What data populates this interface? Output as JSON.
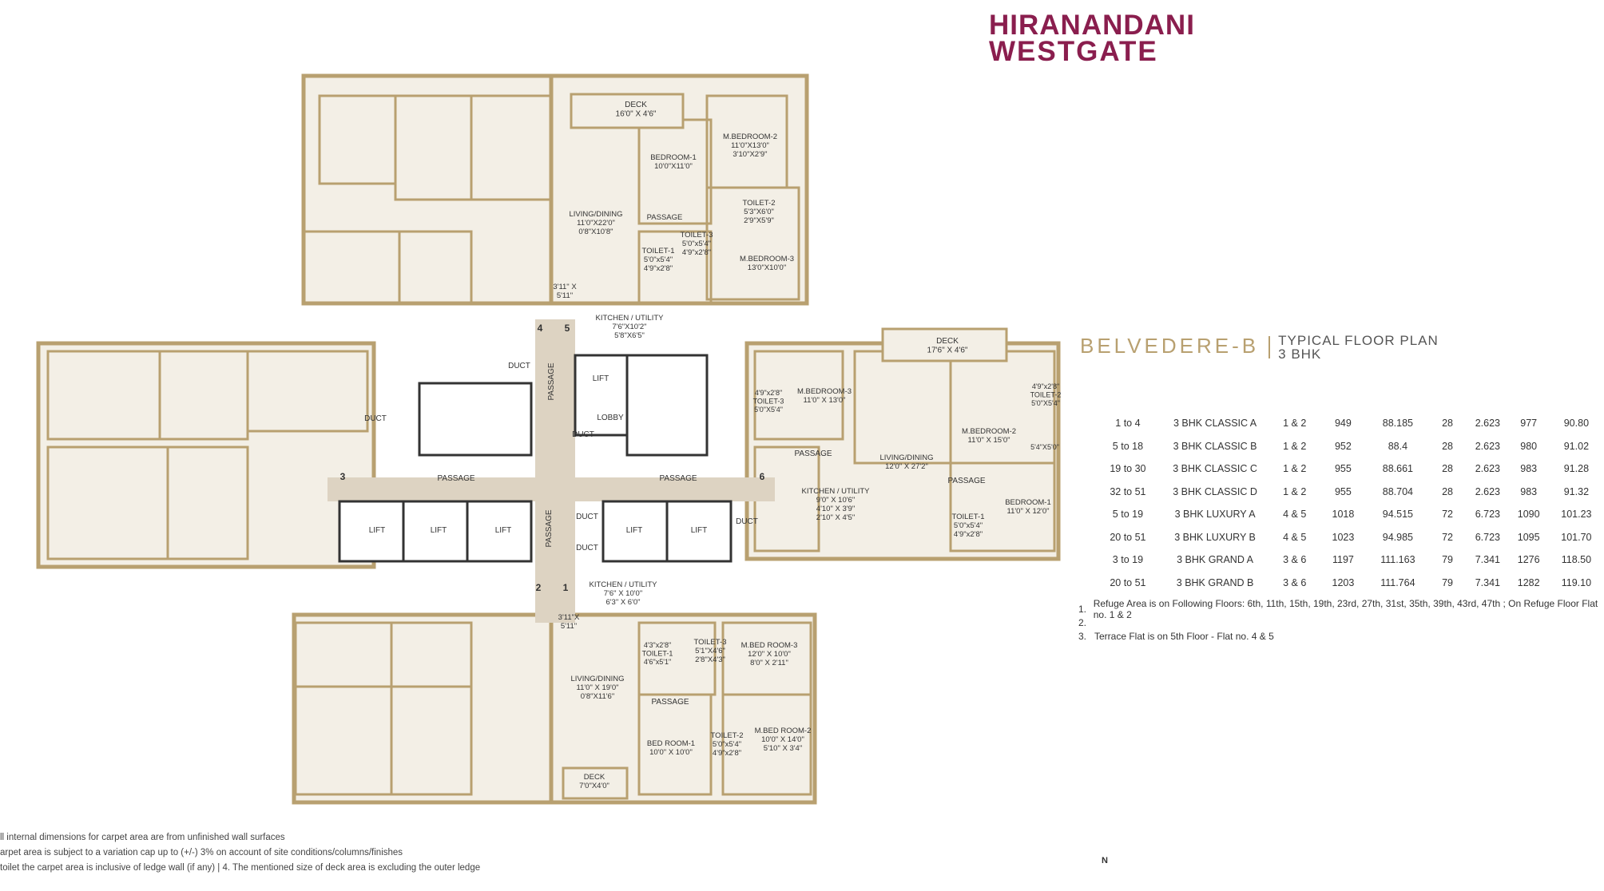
{
  "brand": {
    "line1": "HIRANANDANI",
    "line2": "WESTGATE"
  },
  "title": {
    "main": "BELVEDERE-B",
    "sub1": "TYPICAL FLOOR PLAN",
    "sub2": "3 BHK"
  },
  "colors": {
    "brand": "#8a1e4e",
    "accent": "#b8a070",
    "wall": "#b8a070",
    "floor": "#f3efe6",
    "corridor": "#ddd3c2"
  },
  "area_table": [
    [
      "1 to 4",
      "3 BHK CLASSIC A",
      "1 & 2",
      "949",
      "88.185",
      "28",
      "2.623",
      "977",
      "90.80"
    ],
    [
      "5 to 18",
      "3 BHK CLASSIC B",
      "1 & 2",
      "952",
      "88.4",
      "28",
      "2.623",
      "980",
      "91.02"
    ],
    [
      "19 to 30",
      "3 BHK CLASSIC C",
      "1 & 2",
      "955",
      "88.661",
      "28",
      "2.623",
      "983",
      "91.28"
    ],
    [
      "32 to 51",
      "3 BHK CLASSIC D",
      "1 & 2",
      "955",
      "88.704",
      "28",
      "2.623",
      "983",
      "91.32"
    ],
    [
      "5 to 19",
      "3 BHK LUXURY A",
      "4 & 5",
      "1018",
      "94.515",
      "72",
      "6.723",
      "1090",
      "101.23"
    ],
    [
      "20 to 51",
      "3 BHK LUXURY B",
      "4 & 5",
      "1023",
      "94.985",
      "72",
      "6.723",
      "1095",
      "101.70"
    ],
    [
      "3 to 19",
      "3 BHK GRAND A",
      "3 & 6",
      "1197",
      "111.163",
      "79",
      "7.341",
      "1276",
      "118.50"
    ],
    [
      "20 to 51",
      "3 BHK GRAND B",
      "3 & 6",
      "1203",
      "111.764",
      "79",
      "7.341",
      "1282",
      "119.10"
    ]
  ],
  "notes": [
    {
      "num": "1.",
      "text": "Refuge Area is on Following Floors: 6th, 11th, 15th, 19th, 23rd, 27th, 31st, 35th, 39th, 43rd, 47th ; On Refuge Floor Flat no. 1 & 2"
    },
    {
      "num": "2.",
      "text": ""
    },
    {
      "num": "3.",
      "text": "Terrace Flat is on 5th Floor - Flat no. 4 & 5"
    }
  ],
  "footer": [
    "ll internal dimensions for carpet area are from unfinished wall surfaces",
    "arpet area is subject to a variation cap up to (+/-) 3% on account of site conditions/columns/finishes",
    " toilet the carpet area is inclusive of ledge wall (if any)  |  4. The mentioned size of deck area is excluding the outer ledge"
  ],
  "north": "N",
  "plan_labels": {
    "deck_top": [
      "DECK",
      "16'0\" X 4'6\""
    ],
    "bedroom1_top": [
      "BEDROOM-1",
      "10'0\"X11'0\""
    ],
    "mbed2_top": [
      "M.BEDROOM-2",
      "11'0\"X13'0\"",
      "3'10\"X2'9\""
    ],
    "living_top": [
      "LIVING/DINING",
      "11'0\"X22'0\"",
      "0'8\"X10'8\""
    ],
    "passage_top": [
      "PASSAGE"
    ],
    "toilet2_top": [
      "TOILET-2",
      "5'3\"X6'0\"",
      "2'9\"X5'9\""
    ],
    "toilet1_top": [
      "TOILET-1",
      "5'0\"x5'4\"",
      "4'9\"x2'8\""
    ],
    "toilet3_top": [
      "TOILET-3",
      "5'0\"x5'4\"",
      "4'9\"x2'8\""
    ],
    "mbed3_top": [
      "M.BEDROOM-3",
      "13'0\"X10'0\""
    ],
    "shaft_top": [
      "3'11\" X",
      "5'11\""
    ],
    "kitchen_top": [
      "KITCHEN / UTILITY",
      "7'6\"X10'2\"",
      "5'8\"X6'5\""
    ],
    "duct_a": [
      "DUCT"
    ],
    "duct_b": [
      "DUCT"
    ],
    "duct_c": [
      "DUCT"
    ],
    "duct_d": [
      "DUCT"
    ],
    "duct_e": [
      "DUCT"
    ],
    "duct_f": [
      "DUCT"
    ],
    "lift_top": [
      "LIFT"
    ],
    "lobby": [
      "LOBBY"
    ],
    "passage_v1": [
      "PASSAGE"
    ],
    "passage_v2": [
      "PASSAGE"
    ],
    "passage_left": [
      "PASSAGE"
    ],
    "passage_right": [
      "PASSAGE"
    ],
    "lift1": [
      "LIFT"
    ],
    "lift2": [
      "LIFT"
    ],
    "lift3": [
      "LIFT"
    ],
    "lift4": [
      "LIFT"
    ],
    "lift5": [
      "LIFT"
    ],
    "deck_right": [
      "DECK",
      "17'6\" X 4'6\""
    ],
    "mbed3_right": [
      "M.BEDROOM-3",
      "11'0\" X 13'0\""
    ],
    "toilet3_right": [
      "4'9\"x2'8\"",
      "TOILET-3",
      "5'0\"X5'4\""
    ],
    "toilet2_right": [
      "4'9\"x2'8\"",
      "TOILET-2",
      "5'0\"X5'4\""
    ],
    "mbed2_right": [
      "M.BEDROOM-2",
      "11'0\" X 15'0\""
    ],
    "dim_right": [
      "5'4\"X5'0\""
    ],
    "passage_r1": [
      "PASSAGE"
    ],
    "passage_r2": [
      "PASSAGE"
    ],
    "living_right": [
      "LIVING/DINING",
      "12'0\" X 27'2\""
    ],
    "kitchen_right": [
      "KITCHEN / UTILITY",
      "9'0\" X 10'6\"",
      "4'10\" X 3'9\"",
      "2'10\" X 4'5\""
    ],
    "toilet1_right": [
      "TOILET-1",
      "5'0\"x5'4\"",
      "4'9\"x2'8\""
    ],
    "bedroom1_right": [
      "BEDROOM-1",
      "11'0\" X 12'0\""
    ],
    "kitchen_bot": [
      "KITCHEN / UTILITY",
      "7'6\" X 10'0\"",
      "6'3\" X 6'0\""
    ],
    "shaft_bot": [
      "3'11\"X",
      "5'11\""
    ],
    "living_bot": [
      "LIVING/DINING",
      "11'0\" X 19'0\"",
      "0'8\"X11'6\""
    ],
    "toilet1_bot": [
      "4'3\"x2'8\"",
      "TOILET-1",
      "4'6\"x5'1\""
    ],
    "toilet3_bot": [
      "TOILET-3",
      "5'1\"X4'6\"",
      "2'8\"X4'3\""
    ],
    "mbed3_bot": [
      "M.BED ROOM-3",
      "12'0\" X 10'0\"",
      "8'0\" X 2'11\""
    ],
    "passage_bot": [
      "PASSAGE"
    ],
    "bed1_bot": [
      "BED ROOM-1",
      "10'0\" X 10'0\""
    ],
    "toilet2_bot": [
      "TOILET-2",
      "5'0\"x5'4\"",
      "4'9\"x2'8\""
    ],
    "mbed2_bot": [
      "M.BED ROOM-2",
      "10'0\" X 14'0\"",
      "5'10\" X 3'4\""
    ],
    "deck_bot": [
      "DECK",
      "7'0\"X4'0\""
    ],
    "flat4": [
      "4"
    ],
    "flat5": [
      "5"
    ],
    "flat3": [
      "3"
    ],
    "flat6": [
      "6"
    ],
    "flat2": [
      "2"
    ],
    "flat1": [
      "1"
    ]
  }
}
